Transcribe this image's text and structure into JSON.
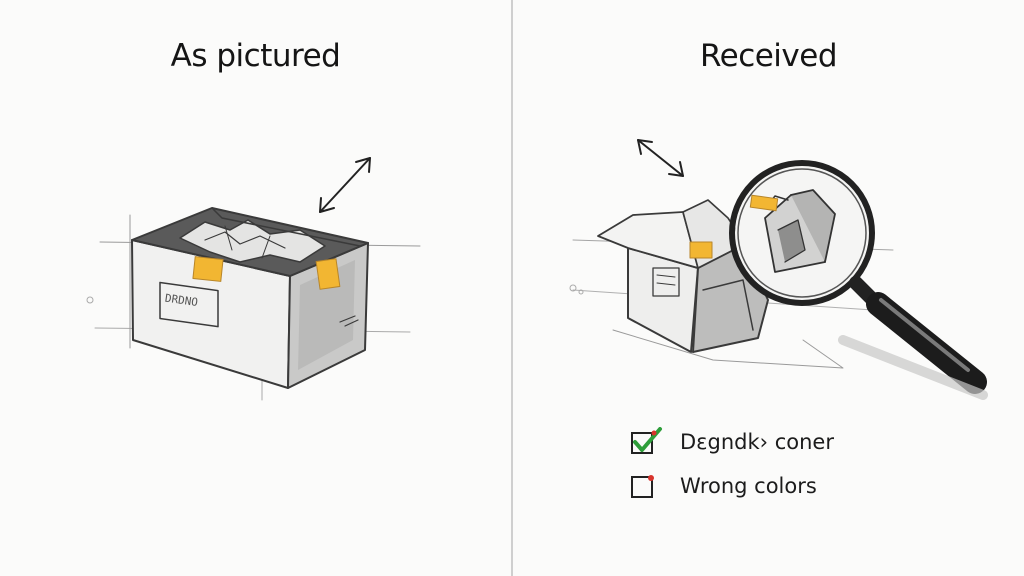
{
  "left_panel": {
    "title": "As pictured"
  },
  "right_panel": {
    "title": "Received",
    "checklist": [
      {
        "label": "Dεgndk› coner",
        "checked": true
      },
      {
        "label": "Wrong colors",
        "checked": false
      }
    ]
  },
  "colors": {
    "tape": "#f2b632",
    "check": "#2e9e3a",
    "mark_red": "#d8342c",
    "pencil": "#3a3a3a"
  },
  "icons": [
    "box-sketch-icon",
    "damaged-box-sketch-icon",
    "magnifying-glass-icon",
    "double-arrow-icon",
    "checkbox-icon"
  ]
}
